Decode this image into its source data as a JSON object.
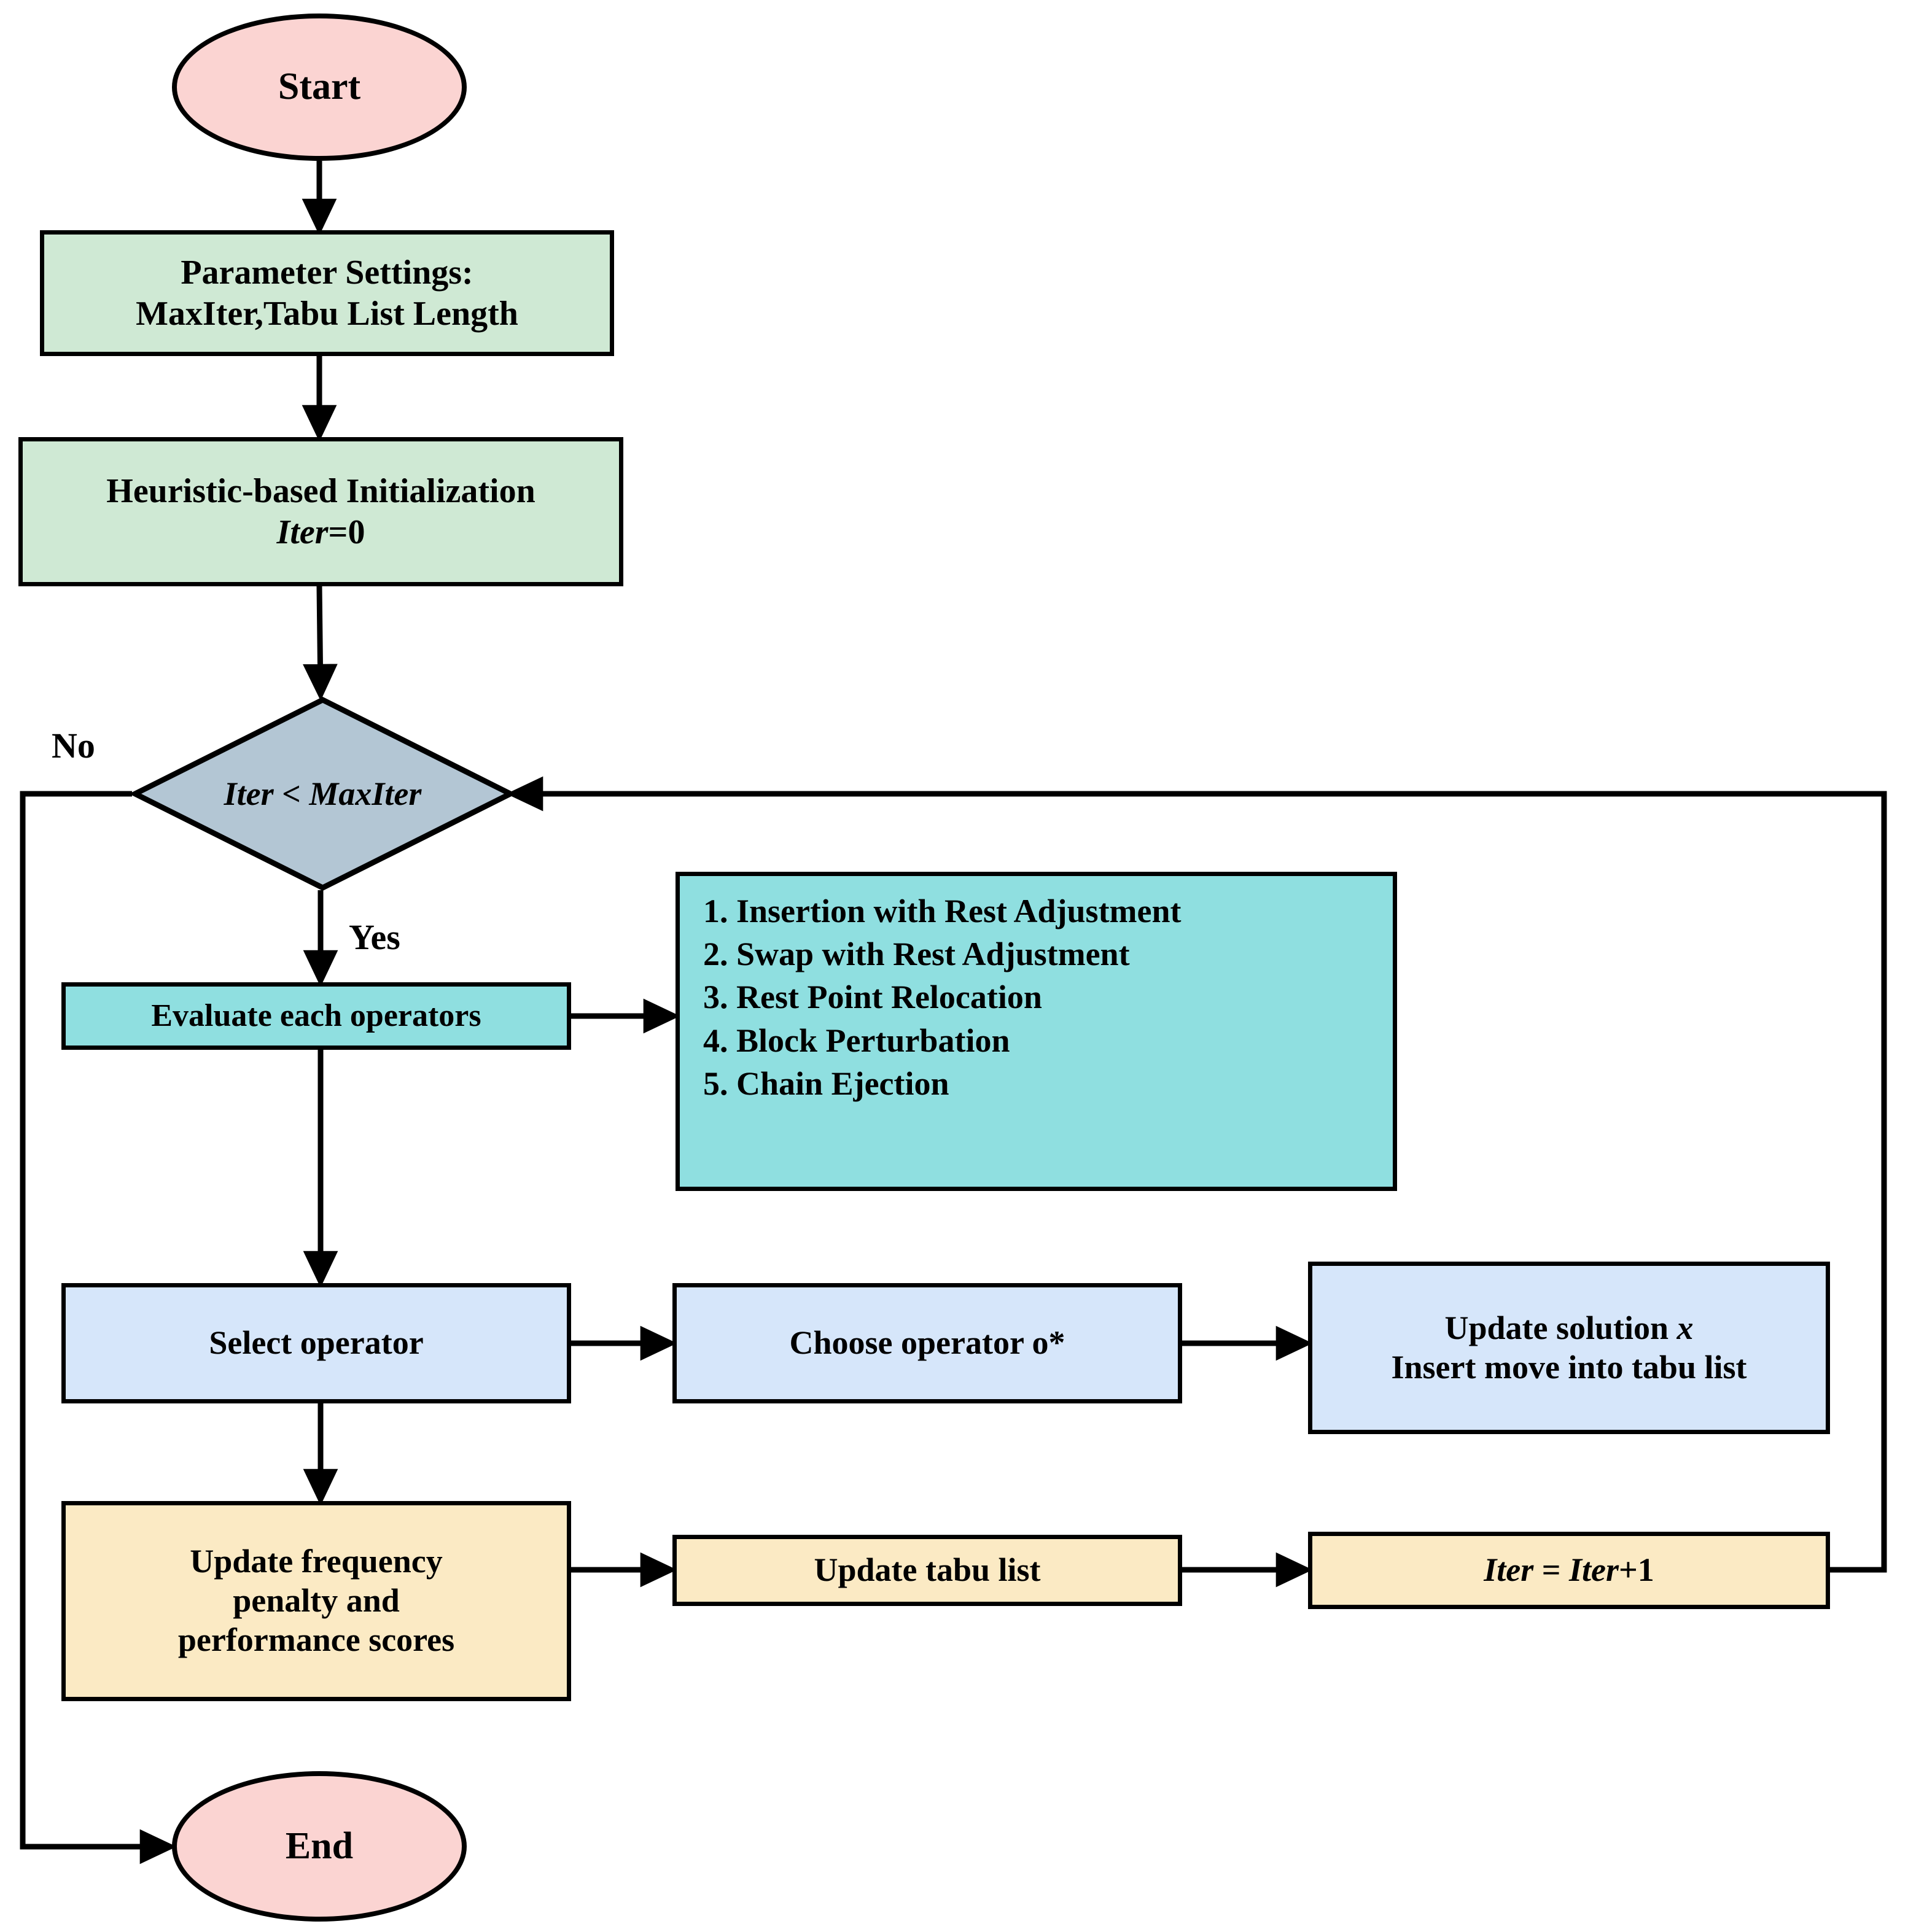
{
  "diagram": {
    "title": "Tabu Search Algorithm Flowchart",
    "type": "flowchart",
    "colors": {
      "terminator_fill": "#fbd4d2",
      "process_green_fill": "#cfe9d4",
      "decision_fill": "#b3c6d4",
      "operator_cyan_fill": "#8fdfe0",
      "process_blue_fill": "#d6e6fa",
      "process_cream_fill": "#fbeac4",
      "stroke": "#000000",
      "background": "#ffffff"
    }
  },
  "nodes": {
    "start": {
      "label": "Start"
    },
    "parameter_settings": {
      "line1": "Parameter Settings:",
      "line2": "MaxIter,Tabu List Length"
    },
    "initialization": {
      "line1": "Heuristic-based Initialization",
      "line2_var": "Iter",
      "line2_rest": "=0"
    },
    "decision": {
      "label": "Iter < MaxIter"
    },
    "evaluate_operators": {
      "label": "Evaluate each operators"
    },
    "operator_list": {
      "items": [
        "1. Insertion with Rest Adjustment",
        "2. Swap with Rest Adjustment",
        "3. Rest Point Relocation",
        "4. Block Perturbation",
        "5. Chain Ejection"
      ]
    },
    "select_operator": {
      "label": "Select operator"
    },
    "choose_operator": {
      "label": "Choose operator o*"
    },
    "update_solution": {
      "line1_pre": "Update solution ",
      "line1_var": "x",
      "line2": "Insert move into tabu list"
    },
    "update_frequency": {
      "line1": "Update frequency",
      "line2": "penalty and",
      "line3": "performance scores"
    },
    "update_tabu_list": {
      "label": "Update tabu list"
    },
    "increment_iter": {
      "var1": "Iter",
      "mid": " = ",
      "var2": "Iter",
      "suffix": "+1"
    },
    "end": {
      "label": "End"
    }
  },
  "edge_labels": {
    "no": "No",
    "yes": "Yes"
  }
}
